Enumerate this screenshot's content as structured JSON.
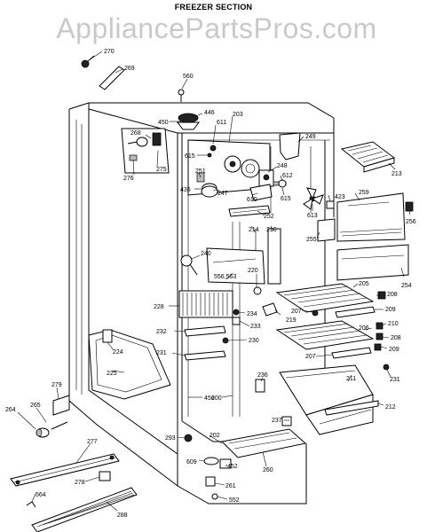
{
  "header": {
    "title": "FREEZER SECTION",
    "watermark": "AppliancePartsPros.com"
  },
  "callouts": {
    "c270": "270",
    "c269": "269",
    "c560": "560",
    "c446": "446",
    "c450": "450",
    "c611": "611",
    "c203": "203",
    "c268": "268",
    "c249": "249",
    "c615a": "615",
    "c251": "251",
    "c276": "276",
    "c275": "275",
    "c248": "248",
    "c612": "612",
    "c435": "435",
    "c247": "247",
    "c610": "610",
    "c615b": "615",
    "c213": "213",
    "c423": "423",
    "c259": "259",
    "c613": "613",
    "c256": "256",
    "c252": "252",
    "c216": "216",
    "c214": "214",
    "c255": "255",
    "c240": "240",
    "c220": "220",
    "c556": "556,563",
    "c254": "254",
    "c205": "205",
    "c208a": "208",
    "c228": "228",
    "c234": "234",
    "c207a": "207",
    "c219": "219",
    "c209a": "209",
    "c233": "233",
    "c210": "210",
    "c232": "232",
    "c206": "206",
    "c208b": "208",
    "c230": "230",
    "c209b": "209",
    "c231a": "231",
    "c207b": "207",
    "c224": "224",
    "c231b": "231",
    "c225": "225",
    "c211": "211",
    "c236": "236",
    "c279": "279",
    "c456": "456",
    "c200": "200",
    "c212": "212",
    "c264": "264",
    "c265": "265",
    "c237": "237",
    "c293": "293",
    "c202": "202",
    "c277": "277",
    "c609": "609",
    "c452": "452",
    "c260": "260",
    "c278": "278",
    "c564": "564",
    "c261": "261",
    "c552": "552",
    "c288": "288"
  }
}
